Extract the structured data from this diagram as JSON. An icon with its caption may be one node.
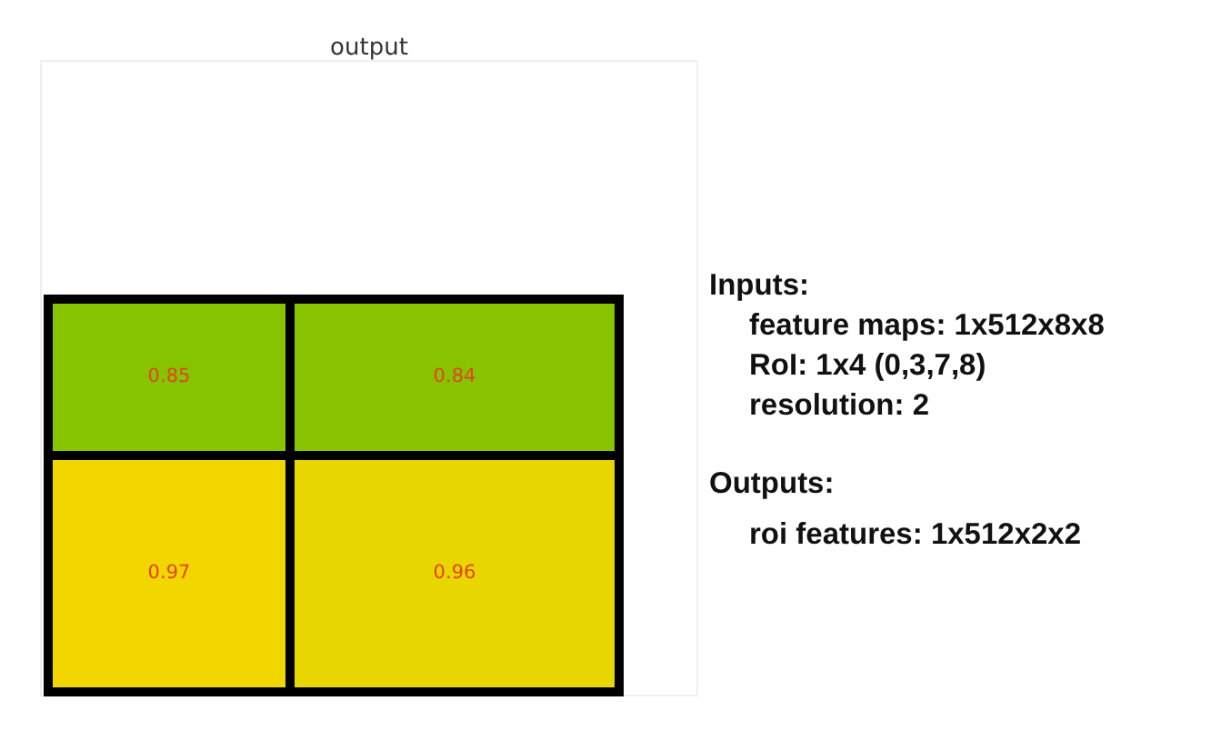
{
  "diagram": {
    "title": "output",
    "nodes": [
      {
        "text": [
          "0.85"
        ]
      },
      {
        "text": [
          "0.84"
        ]
      },
      {
        "text": [
          "0.97"
        ]
      },
      {
        "text": [
          "0.96"
        ]
      }
    ],
    "labels": [
      "Inputs:",
      "feature maps: 1x512x8x8",
      "RoI: 1x4 (0,3,7,8)",
      "resolution: 2",
      "Outputs:",
      "roi features: 1x512x2x2"
    ]
  }
}
